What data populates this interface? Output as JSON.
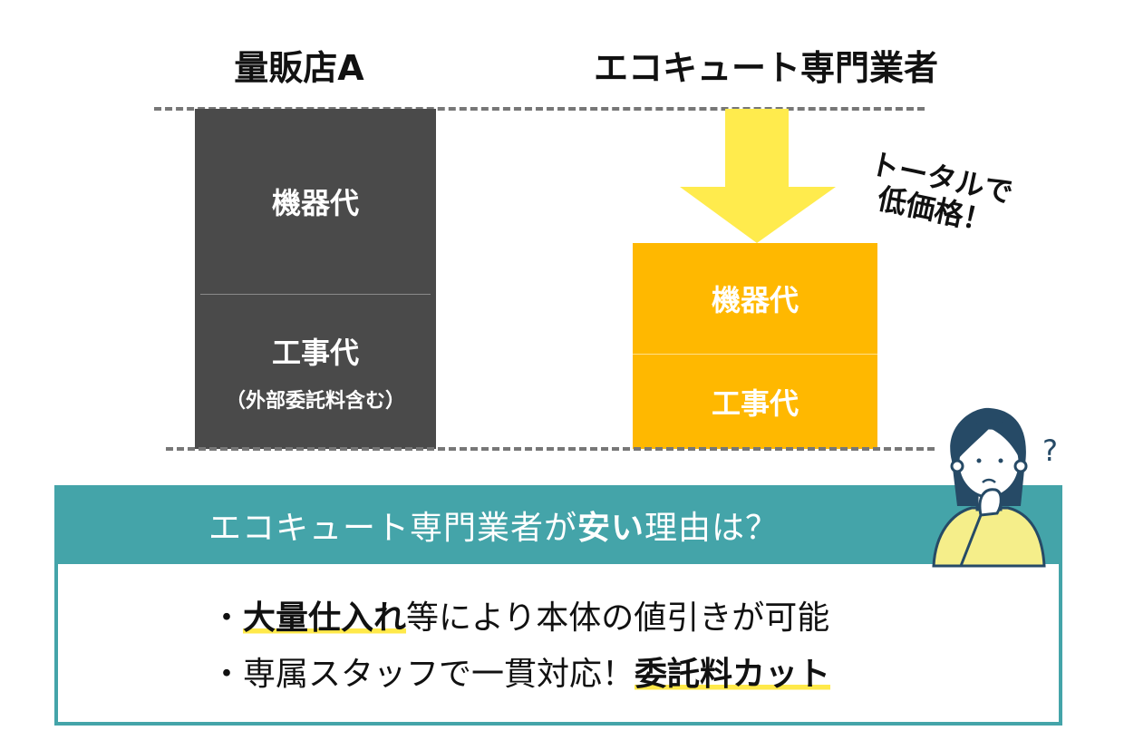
{
  "columns": {
    "left_title": "量販店A",
    "right_title": "エコキュート専門業者"
  },
  "left_bar": {
    "color": "#4a4a4a",
    "segments": [
      {
        "label": "機器代"
      },
      {
        "label": "工事代",
        "sublabel": "（外部委託料含む）"
      }
    ]
  },
  "right_bar": {
    "color": "#ffb800",
    "segments": [
      {
        "label": "機器代"
      },
      {
        "label": "工事代"
      }
    ]
  },
  "arrow": {
    "color": "#ffe94a",
    "direction": "down"
  },
  "callout": {
    "line1": "トータルで",
    "line2": "低価格！"
  },
  "panel": {
    "header": {
      "prefix": "エコキュート専門業者が",
      "emphasis": "安い",
      "suffix": "理由は？"
    },
    "bullets": [
      {
        "marker": "・",
        "highlight": "大量仕入れ",
        "rest": "等により本体の値引きが可能"
      },
      {
        "marker": "・",
        "text": "専属スタッフで一貫対応！",
        "highlight": "委託料カット"
      }
    ],
    "accent_color": "#44a4a9",
    "highlight_color": "#ffe94a"
  },
  "illustration": {
    "name": "thinking-woman",
    "symbol": "?"
  }
}
